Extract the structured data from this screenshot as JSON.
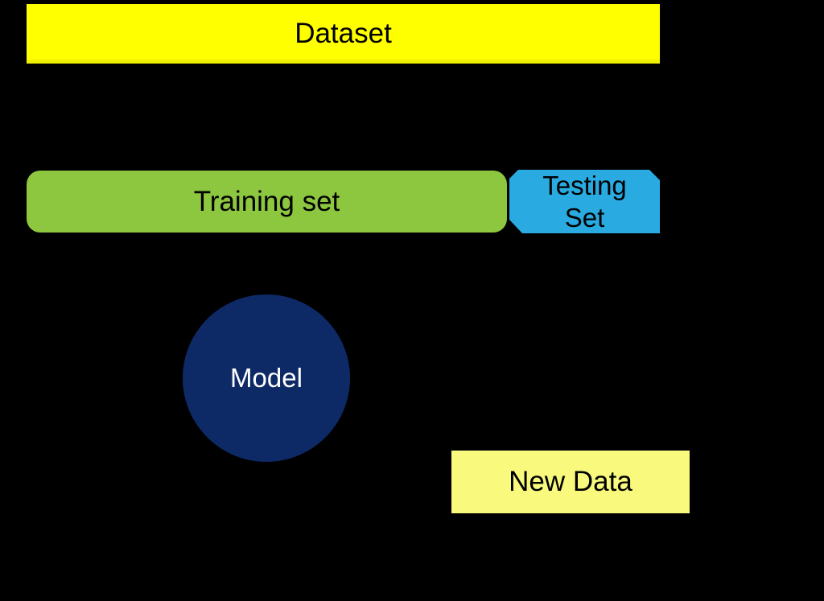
{
  "diagram": {
    "background_color": "#000000",
    "nodes": {
      "dataset": {
        "label": "Dataset",
        "fill": "#FFFF00",
        "text_color": "#000000"
      },
      "training_set": {
        "label": "Training set",
        "fill": "#8DC63F",
        "text_color": "#000000"
      },
      "testing_set": {
        "label": "Testing Set",
        "fill": "#29ABE2",
        "text_color": "#000000"
      },
      "model": {
        "label": "Model",
        "fill": "#0E2A66",
        "text_color": "#FFFFFF"
      },
      "new_data": {
        "label": "New Data",
        "fill": "#F8F97D",
        "text_color": "#000000"
      }
    }
  }
}
